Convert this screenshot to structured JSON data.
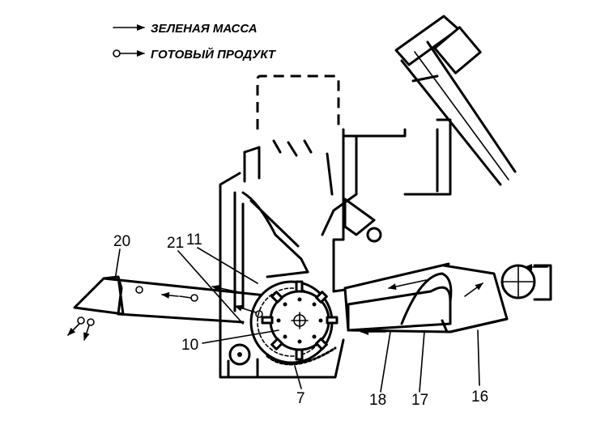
{
  "legend": {
    "green_mass": "ЗЕЛЕНАЯ МАССА",
    "finished_product": "ГОТОВЫЙ ПРОДУКТ"
  },
  "callouts": {
    "n20": "20",
    "n21": "21",
    "n11": "11",
    "n10": "10",
    "n7": "7",
    "n18": "18",
    "n17": "17",
    "n16": "16"
  }
}
